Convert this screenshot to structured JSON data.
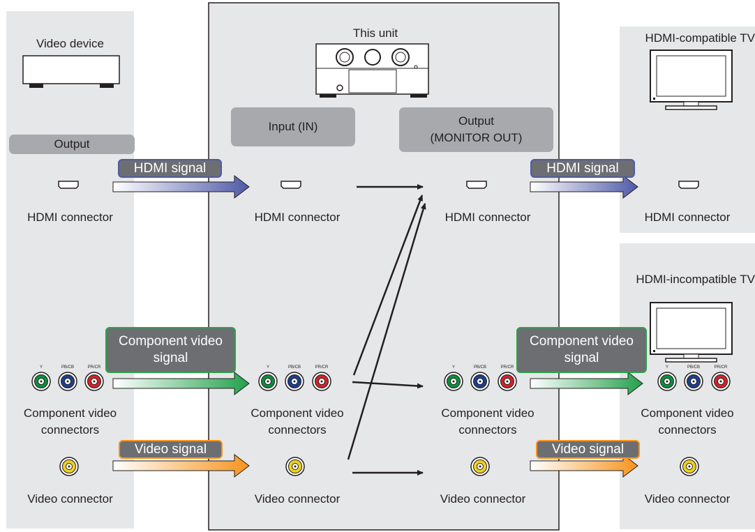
{
  "center": {
    "unit_label": "This unit",
    "input_label": "Input (IN)",
    "output_label_1": "Output",
    "output_label_2": "(MONITOR OUT)"
  },
  "source": {
    "device_label": "Video device",
    "output_label": "Output"
  },
  "tv_top": {
    "label": "HDMI-compatible TV"
  },
  "tv_bottom": {
    "label": "HDMI-incompatible TV"
  },
  "connectors": {
    "hdmi": "HDMI connector",
    "component_1": "Component video",
    "component_2": "connectors",
    "video": "Video connector"
  },
  "signals": {
    "hdmi": "HDMI signal",
    "component_1": "Component video",
    "component_2": "signal",
    "video": "Video signal"
  },
  "jack_labels": {
    "y": "Y",
    "pb": "PB/CB",
    "pr": "PR/CR"
  },
  "colors": {
    "panel_bg": "#e6e7e8",
    "hdmi_arrow": "#4f5aa8",
    "component_arrow": "#2aa24a",
    "video_arrow": "#f7941d",
    "jack_green": "#0a8f3c",
    "jack_blue": "#1d3f8f",
    "jack_red": "#d2232a",
    "jack_yellow": "#f2d21b"
  }
}
